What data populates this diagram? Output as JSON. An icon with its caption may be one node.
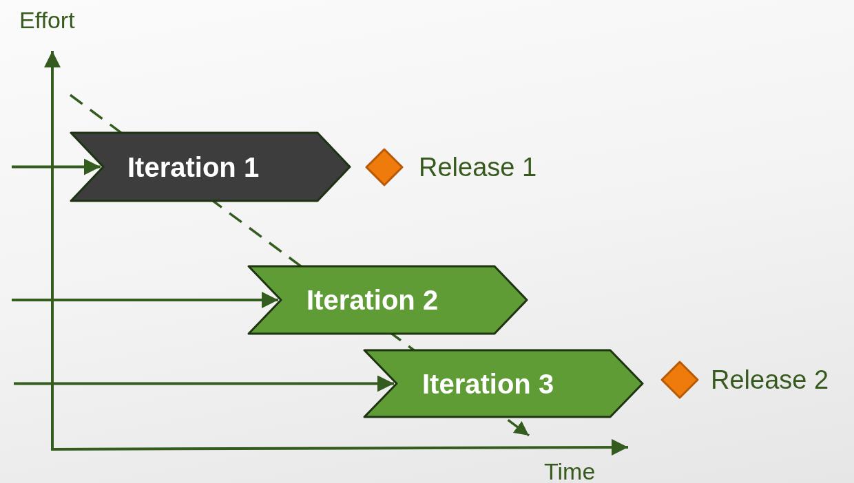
{
  "diagram": {
    "nodes": [
      {
        "text": [
          "Iteration 1"
        ]
      },
      {
        "text": [
          "Iteration 2"
        ]
      },
      {
        "text": [
          "Iteration 3"
        ]
      },
      {
        "text": [],
        "shape": "diamond",
        "beside": [
          "Release 1"
        ]
      },
      {
        "text": [],
        "shape": "diamond",
        "beside": [
          "Release 2"
        ]
      }
    ],
    "edges": [
      {
        "from": null,
        "to": 0,
        "arrow": "to"
      },
      {
        "from": null,
        "to": 1,
        "arrow": "to"
      },
      {
        "from": null,
        "to": 2,
        "arrow": "to"
      }
    ],
    "labels": [
      "Effort",
      "Time"
    ]
  }
}
